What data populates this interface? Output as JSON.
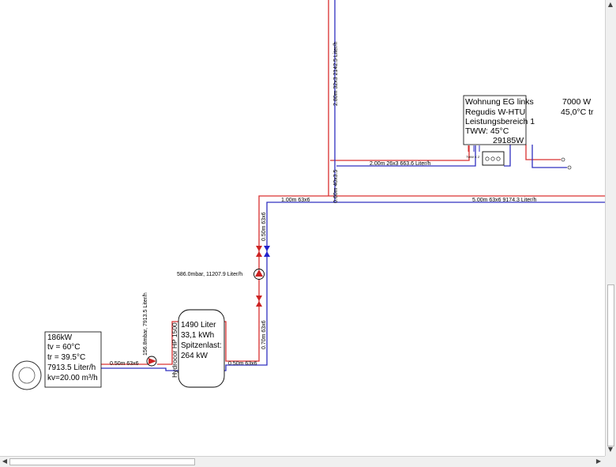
{
  "boiler": {
    "power": "186kW",
    "tv": "tv = 60°C",
    "tr": "tr = 39.5°C",
    "flow": "7913.5 Liter/h",
    "kv": "kv=20.00 m³/h"
  },
  "pipes": {
    "boiler_out": "0.50m 63x6",
    "pump1": "156.8mbar, 7913.5 Liter/h",
    "storage_out": "0.50m 63x6",
    "riser_lower": "0.70m 63x6",
    "pump2": "586.0mbar, 11207.9 Liter/h",
    "riser_upper": "0.50m 63x6",
    "top_left": "1.00m 63x6",
    "vertical_40": "0.60m 40x3.5",
    "vertical_32": "2.80m 32x3 2142.5 Liter/h",
    "apartment_branch": "2.00m 26x3 663.6 Liter/h",
    "main_right": "5.00m 63x6 9174.3 Liter/h"
  },
  "storage": {
    "product": "Hydrocor HP 1500",
    "volume": "1490 Liter",
    "energy": "33,1 kWh",
    "peak_label": "Spitzenlast:",
    "peak_value": "264 kW"
  },
  "apartment": {
    "line1": "Wohnung EG links",
    "line2": "Regudis W-HTU",
    "line3": "Leistungsbereich 1",
    "line4": "TWW: 45°C",
    "power": "29185W"
  },
  "consumer": {
    "power": "7000 W",
    "temp": "45,0°C tr"
  },
  "colors": {
    "supply": "#d93030",
    "return": "#3030c0",
    "valve_red": "#cc2222",
    "valve_blue": "#2222cc"
  }
}
